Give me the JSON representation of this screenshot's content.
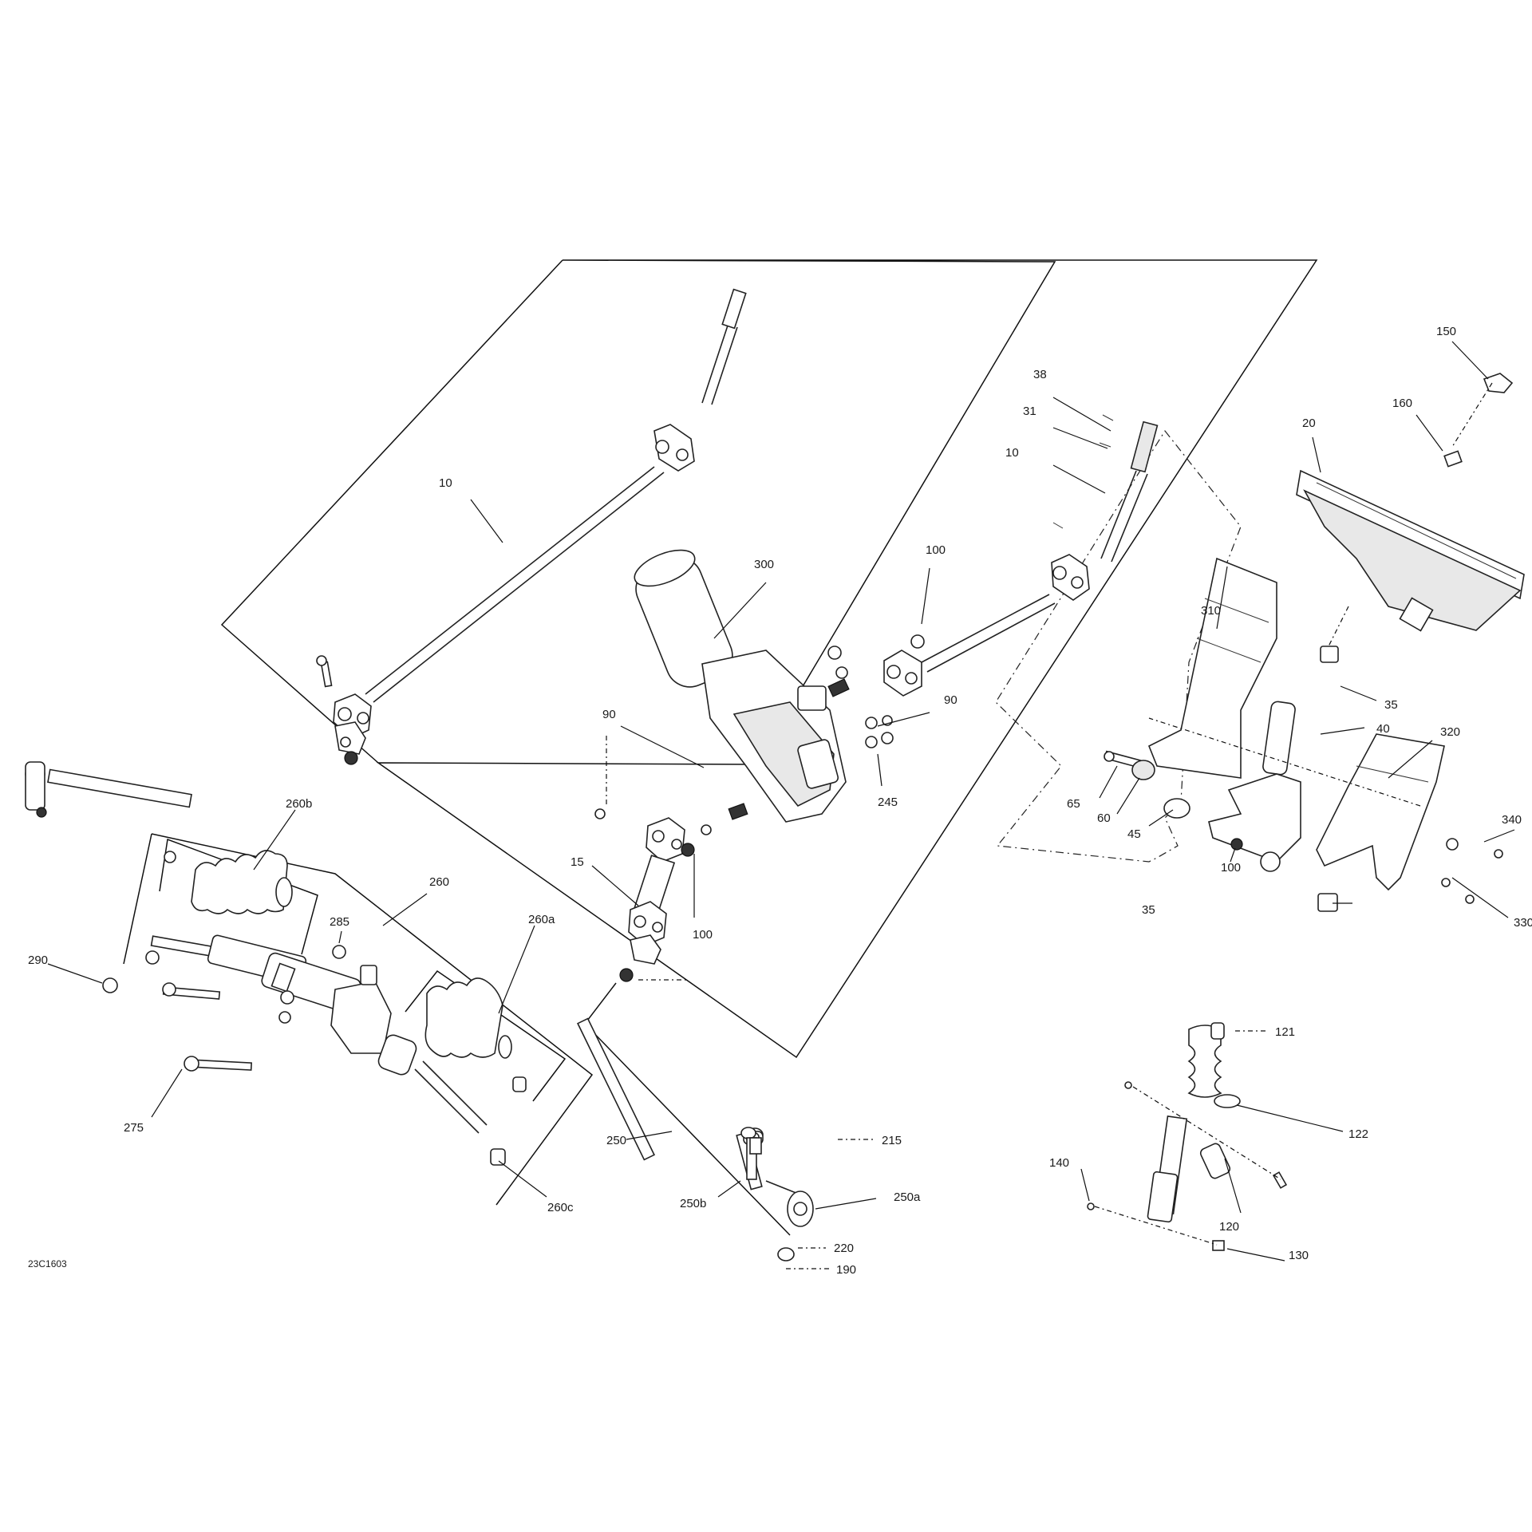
{
  "drawing_code": "23C1603",
  "callouts": {
    "c10a": "10",
    "c10b": "10",
    "c38": "38",
    "c31": "31",
    "c300": "300",
    "c100a": "100",
    "c90a": "90",
    "c90b": "90",
    "c245": "245",
    "c15": "15",
    "c100b": "100",
    "c100c": "100",
    "c150": "150",
    "c160": "160",
    "c20": "20",
    "c310": "310",
    "c35a": "35",
    "c40": "40",
    "c320": "320",
    "c65": "65",
    "c60": "60",
    "c45": "45",
    "c340": "340",
    "c330": "330",
    "c35b": "35",
    "c260b": "260b",
    "c260": "260",
    "c285": "285",
    "c290": "290",
    "c260a": "260a",
    "c275": "275",
    "c260c": "260c",
    "c250": "250",
    "c215": "215",
    "c250b": "250b",
    "c250a": "250a",
    "c220": "220",
    "c190": "190",
    "c121": "121",
    "c122": "122",
    "c140": "140",
    "c120": "120",
    "c130": "130"
  }
}
